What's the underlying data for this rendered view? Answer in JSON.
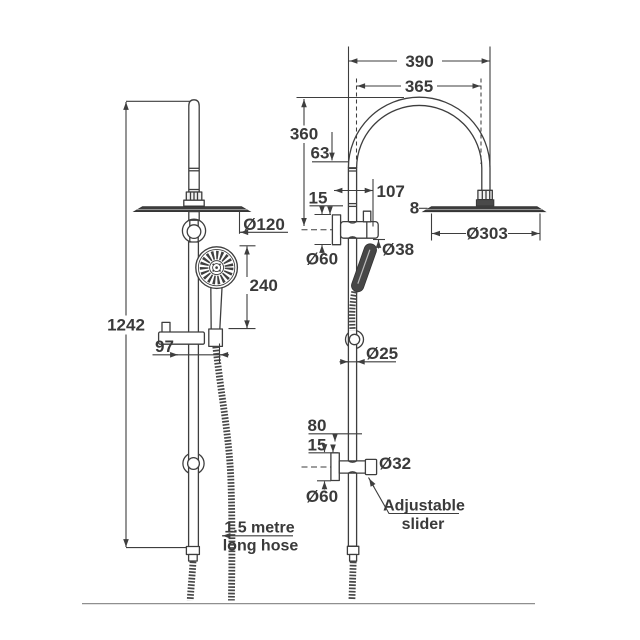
{
  "drawing_title": "shower-set-technical-drawing",
  "front_view": {
    "overall_height": "1242",
    "hand_shower_length": "240",
    "hand_shower_diameter": "Ø120",
    "bracket_offset": "97"
  },
  "side_view": {
    "arm_reach_outer": "390",
    "arm_reach_inner": "365",
    "arm_height": "360",
    "outlet_drop": "63",
    "flange_top_gap": "15",
    "holder_offset": "107",
    "elbow_diameter": "Ø38",
    "flange_top_diameter": "Ø60",
    "head_plate_thickness": "8",
    "head_diameter": "Ø303",
    "rail_diameter": "Ø25",
    "slider_height": "80",
    "slider_gap": "15",
    "slider_diameter": "Ø32",
    "flange_bottom_diameter": "Ø60"
  },
  "annotations": {
    "slider_label_line1": "Adjustable",
    "slider_label_line2": "slider",
    "hose_label_line1": "1.5 metre",
    "hose_label_line2": "long hose"
  },
  "colors": {
    "ink": "#3e3e3e",
    "plate_fill": "#3d3d3d",
    "floor": "#8f8f8f",
    "background": "#ffffff"
  }
}
